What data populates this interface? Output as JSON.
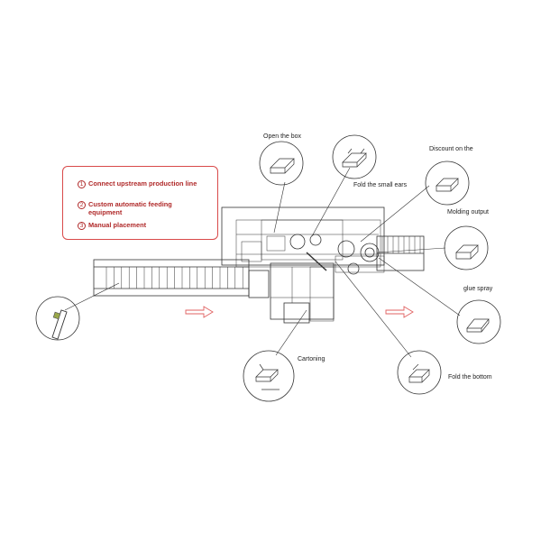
{
  "callout": {
    "steps": [
      {
        "num": "1",
        "text": "Connect upstream production line"
      },
      {
        "num": "2",
        "text": "Custom automatic feeding equipment"
      },
      {
        "num": "3",
        "text": "Manual placement"
      }
    ]
  },
  "stations": {
    "open_box": "Open the box",
    "fold_small_ears": "Fold the small ears",
    "discount": "Discount on the",
    "molding_output": "Molding output",
    "glue_spray": "glue spray",
    "fold_bottom": "Fold the bottom",
    "cartoning": "Cartoning"
  },
  "colors": {
    "line": "#333333",
    "accent_red": "#d94a4a",
    "arrow_red": "#e06060"
  },
  "icons": [
    "flow-arrow-icon",
    "detail-circle",
    "product-pack-icon"
  ]
}
